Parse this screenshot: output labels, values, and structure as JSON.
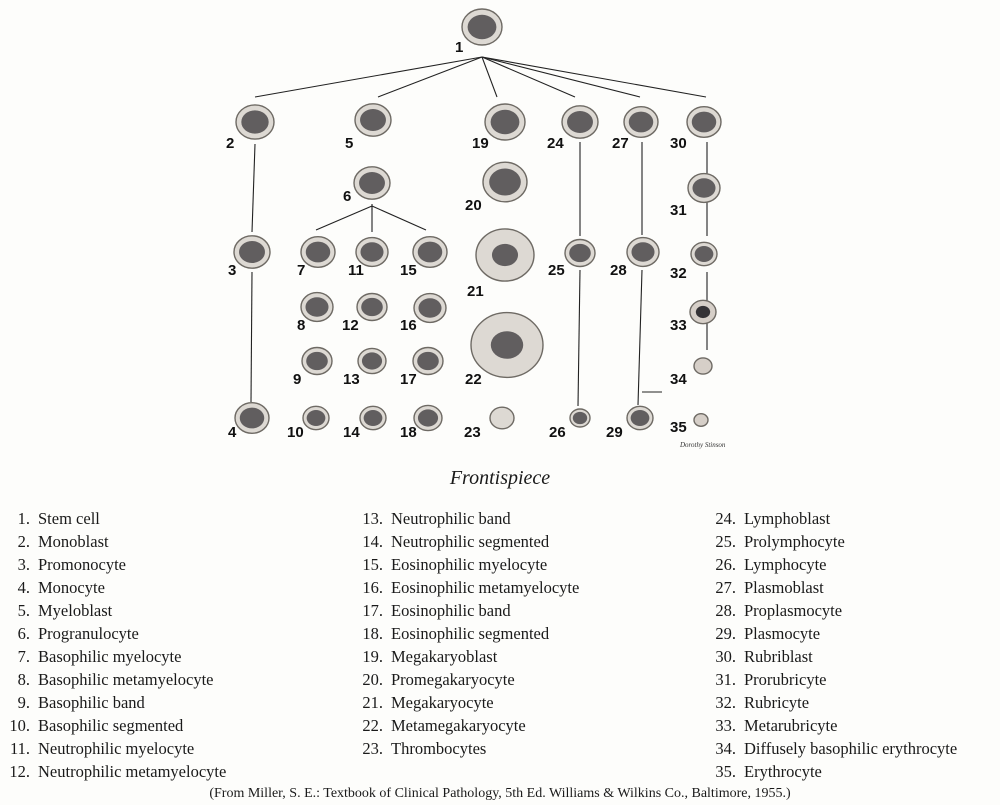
{
  "figure": {
    "caption": "Frontispiece",
    "artist_signature": "Dorothy Stinson",
    "source": "(From Miller, S. E.: Textbook of Clinical Pathology, 5th Ed. Williams & Wilkins Co., Baltimore, 1955.)",
    "cell_color": "#6e6a64",
    "nucleus_color": "#2c2a2e"
  },
  "legend": [
    {
      "num": "1.",
      "label": "Stem cell"
    },
    {
      "num": "2.",
      "label": "Monoblast"
    },
    {
      "num": "3.",
      "label": "Promonocyte"
    },
    {
      "num": "4.",
      "label": "Monocyte"
    },
    {
      "num": "5.",
      "label": "Myeloblast"
    },
    {
      "num": "6.",
      "label": "Progranulocyte"
    },
    {
      "num": "7.",
      "label": "Basophilic myelocyte"
    },
    {
      "num": "8.",
      "label": "Basophilic metamyelocyte"
    },
    {
      "num": "9.",
      "label": "Basophilic band"
    },
    {
      "num": "10.",
      "label": "Basophilic segmented"
    },
    {
      "num": "11.",
      "label": "Neutrophilic myelocyte"
    },
    {
      "num": "12.",
      "label": "Neutrophilic metamyelocyte"
    },
    {
      "num": "13.",
      "label": "Neutrophilic band"
    },
    {
      "num": "14.",
      "label": "Neutrophilic segmented"
    },
    {
      "num": "15.",
      "label": "Eosinophilic myelocyte"
    },
    {
      "num": "16.",
      "label": "Eosinophilic metamyelocyte"
    },
    {
      "num": "17.",
      "label": "Eosinophilic band"
    },
    {
      "num": "18.",
      "label": "Eosinophilic segmented"
    },
    {
      "num": "19.",
      "label": "Megakaryoblast"
    },
    {
      "num": "20.",
      "label": "Promegakaryocyte"
    },
    {
      "num": "21.",
      "label": "Megakaryocyte"
    },
    {
      "num": "22.",
      "label": "Metamegakaryocyte"
    },
    {
      "num": "23.",
      "label": "Thrombocytes"
    },
    {
      "num": "24.",
      "label": "Lymphoblast"
    },
    {
      "num": "25.",
      "label": "Prolymphocyte"
    },
    {
      "num": "26.",
      "label": "Lymphocyte"
    },
    {
      "num": "27.",
      "label": "Plasmoblast"
    },
    {
      "num": "28.",
      "label": "Proplasmocyte"
    },
    {
      "num": "29.",
      "label": "Plasmocyte"
    },
    {
      "num": "30.",
      "label": "Rubriblast"
    },
    {
      "num": "31.",
      "label": "Prorubricyte"
    },
    {
      "num": "32.",
      "label": "Rubricyte"
    },
    {
      "num": "33.",
      "label": "Metarubricyte"
    },
    {
      "num": "34.",
      "label": "Diffusely basophilic erythrocyte"
    },
    {
      "num": "35.",
      "label": "Erythrocyte"
    }
  ],
  "cell_numbers": [
    "1",
    "2",
    "3",
    "4",
    "5",
    "6",
    "7",
    "8",
    "9",
    "10",
    "11",
    "12",
    "13",
    "14",
    "15",
    "16",
    "17",
    "18",
    "19",
    "20",
    "21",
    "22",
    "23",
    "24",
    "25",
    "26",
    "27",
    "28",
    "29",
    "30",
    "31",
    "32",
    "33",
    "34",
    "35"
  ]
}
